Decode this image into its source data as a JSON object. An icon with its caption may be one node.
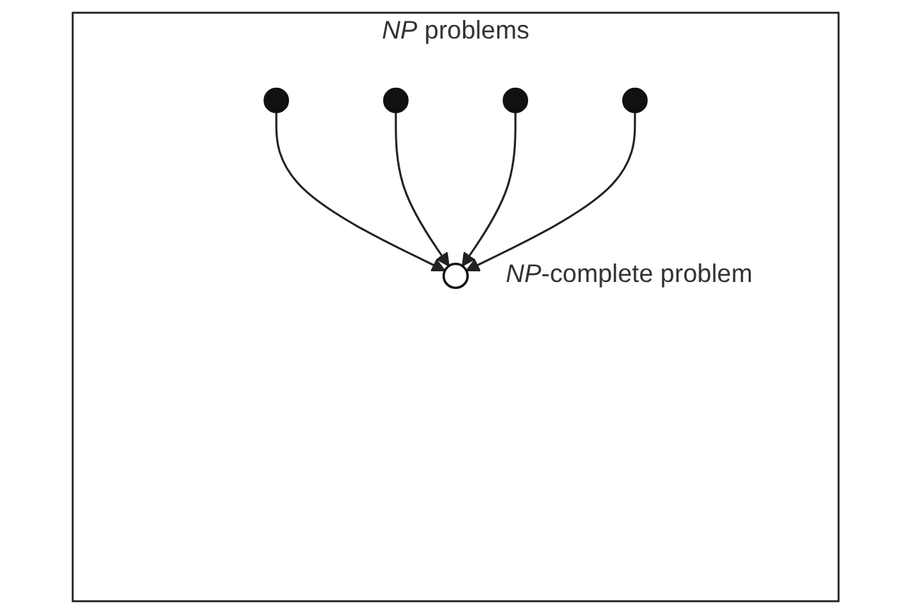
{
  "diagram": {
    "nodes": [
      {
        "text": [
          "*NP* problems"
        ]
      },
      {
        "text": [],
        "shape": "circle",
        "in": 0
      },
      {
        "text": [],
        "shape": "circle",
        "in": 0
      },
      {
        "text": [],
        "shape": "circle",
        "in": 0,
        "beside": [
          "*NP*-complete problem"
        ]
      },
      {
        "text": [],
        "shape": "circle",
        "in": 0
      },
      {
        "text": [],
        "shape": "circle",
        "in": 0
      }
    ],
    "edges": [
      {
        "from": 1,
        "to": 3,
        "arrow": "to"
      },
      {
        "from": 2,
        "to": 3,
        "arrow": "to"
      },
      {
        "from": 4,
        "to": 3,
        "arrow": "to"
      },
      {
        "from": 5,
        "to": 3,
        "arrow": "to"
      }
    ]
  }
}
